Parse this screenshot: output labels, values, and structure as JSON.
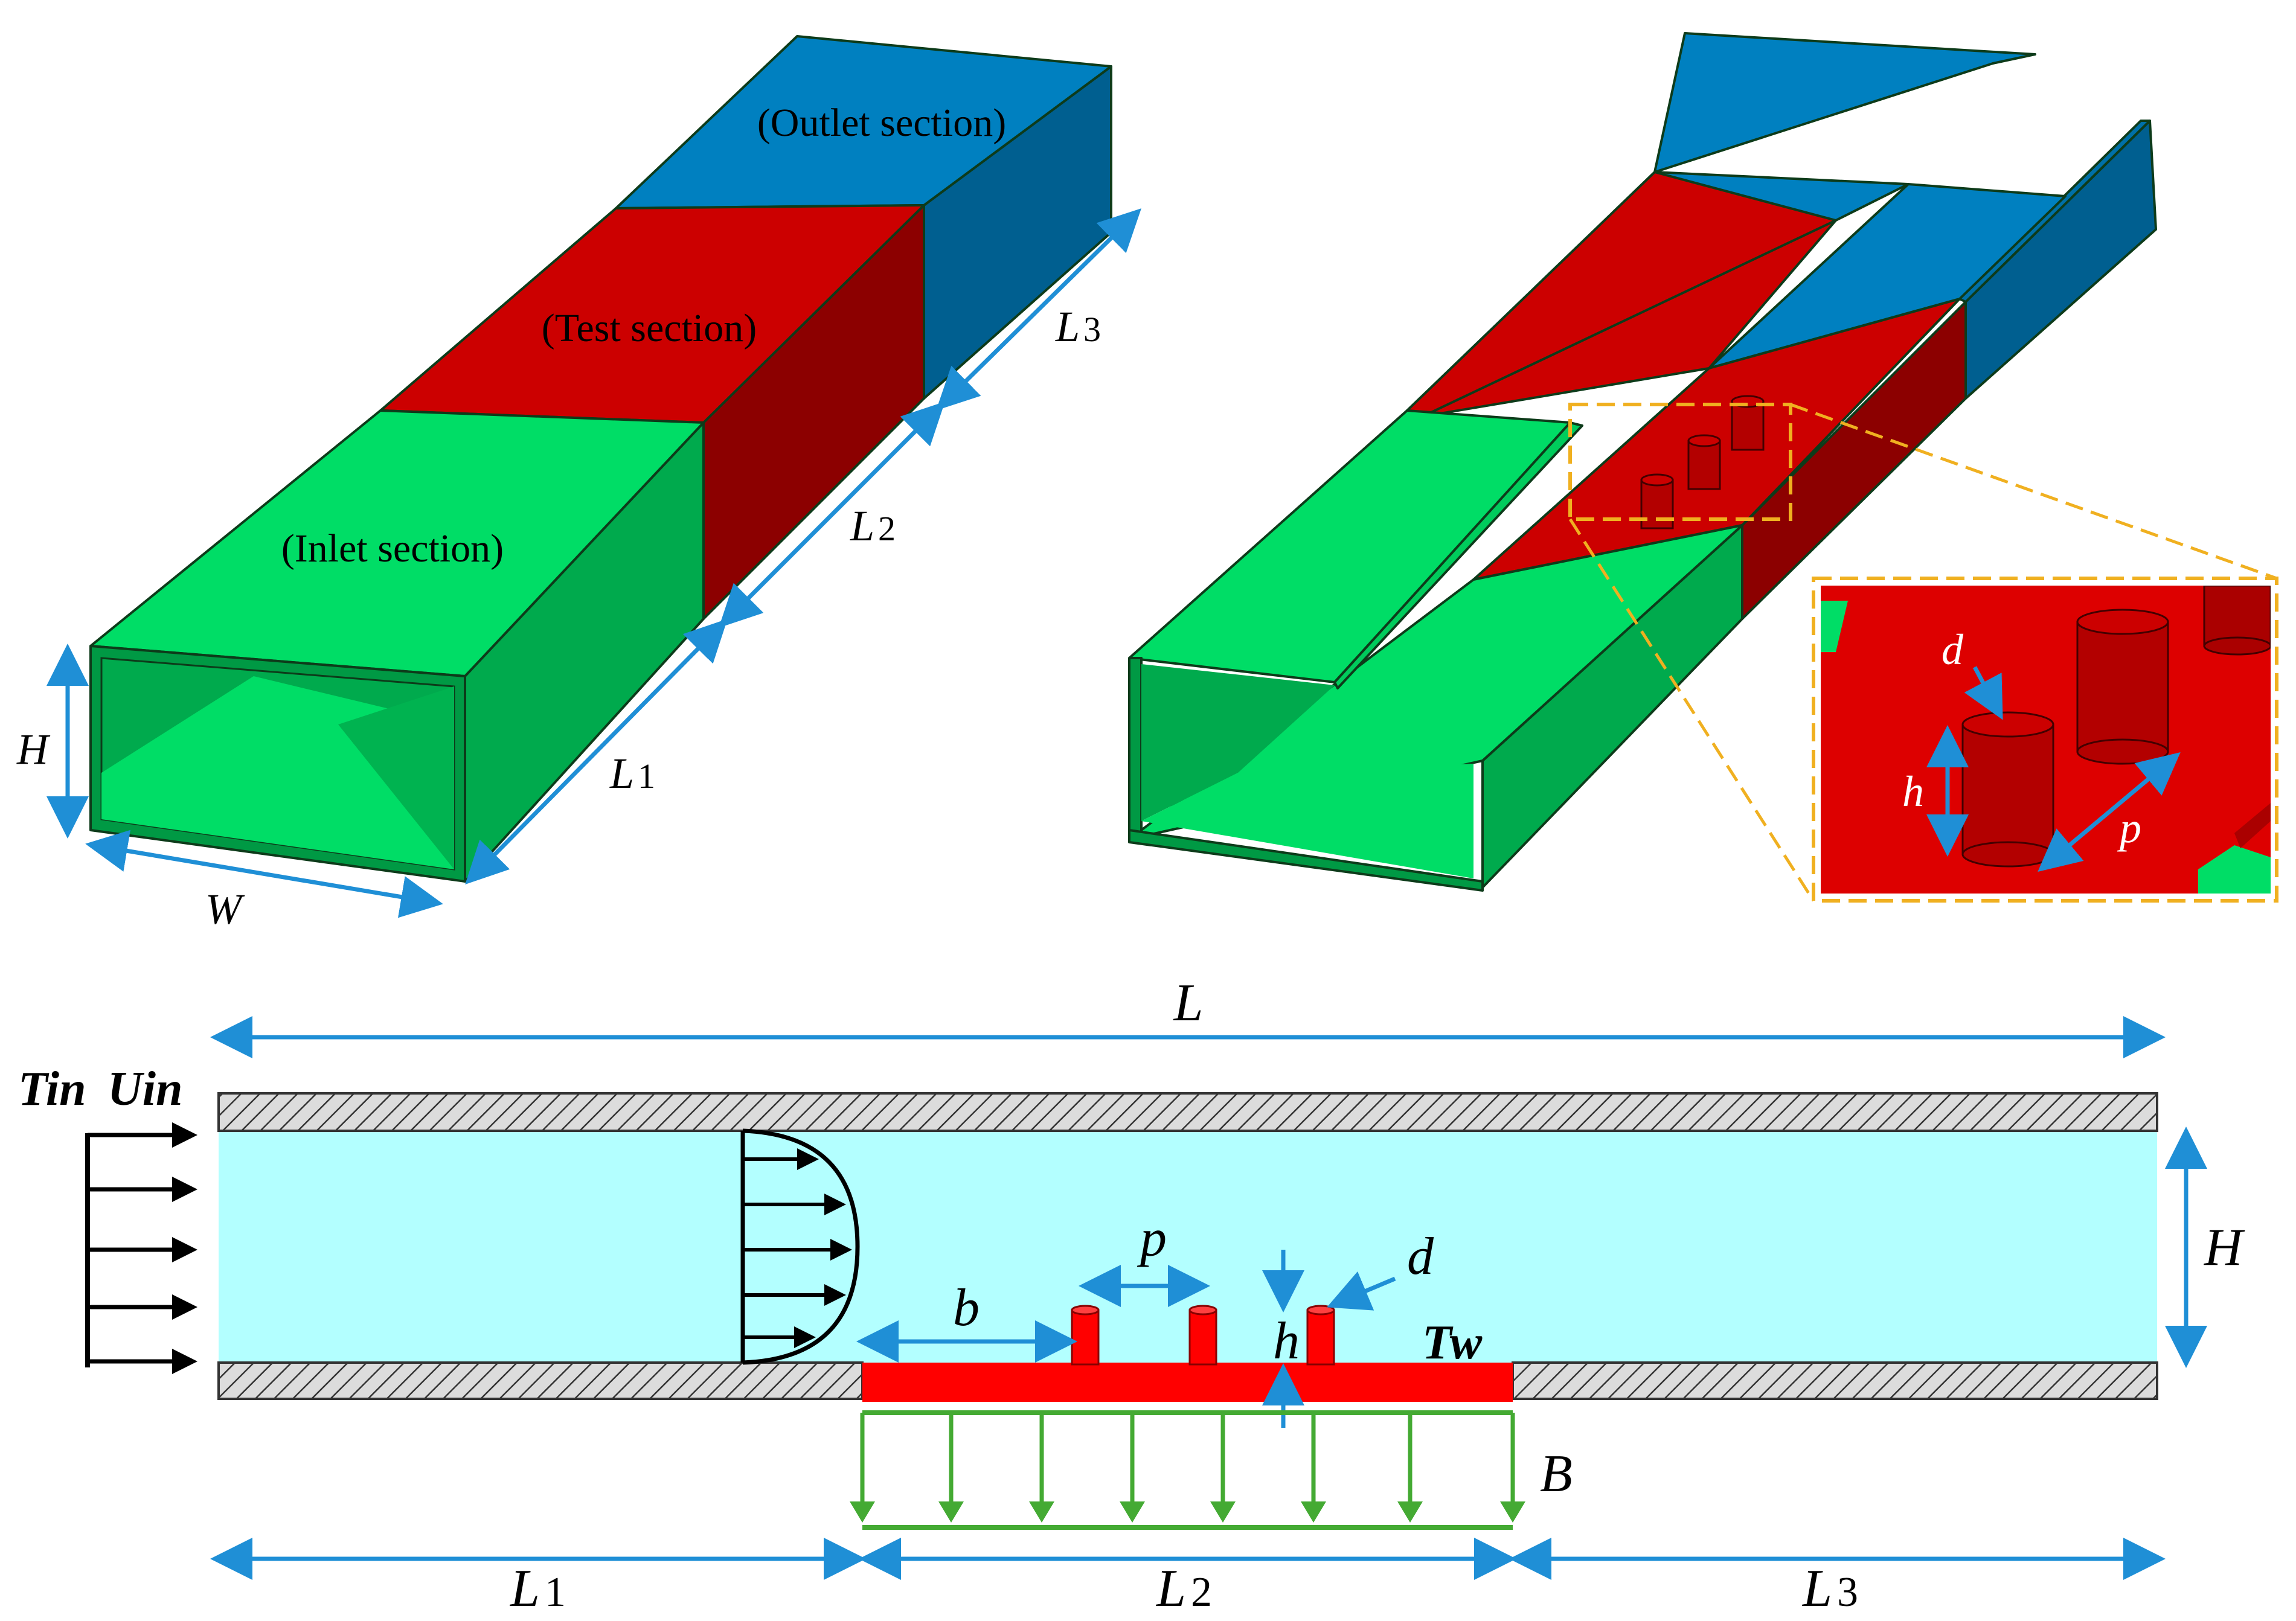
{
  "top_left": {
    "outlet_label": "(Outlet section)",
    "test_label": "(Test section)",
    "inlet_label": "(Inlet section)",
    "dims": {
      "H": "H",
      "W": "W",
      "L1": "L",
      "L1_sub": "1",
      "L2": "L",
      "L2_sub": "2",
      "L3": "L",
      "L3_sub": "3"
    }
  },
  "inset": {
    "d": "d",
    "h": "h",
    "p": "p"
  },
  "bottom": {
    "L": "L",
    "Tin": "Tin",
    "Uin": "Uin",
    "H": "H",
    "p": "p",
    "d": "d",
    "b": "b",
    "h": "h",
    "Tw": "Tw",
    "B": "B",
    "L1": "L",
    "L1_sub": "1",
    "L2": "L",
    "L2_sub": "2",
    "L3": "L",
    "L3_sub": "3"
  },
  "colors": {
    "inlet": "#00dd66",
    "test": "#cc0000",
    "outlet": "#0080c0",
    "fluid": "#b3ffff",
    "heater": "#ff0000",
    "dimension": "#1f8fd6",
    "heat_flux": "#44aa33",
    "zoom_box": "#f0b020"
  }
}
